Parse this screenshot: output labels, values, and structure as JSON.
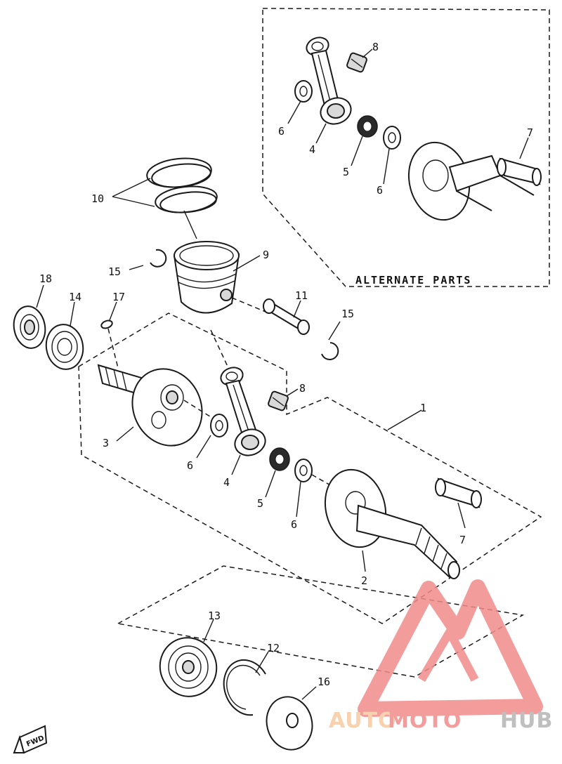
{
  "callouts": {
    "c1": "1",
    "c2": "2",
    "c3": "3",
    "c4": "4",
    "c4alt": "4",
    "c5": "5",
    "c5alt": "5",
    "c6a": "6",
    "c6b": "6",
    "c6alt_left": "6",
    "c6alt_right": "6",
    "c7": "7",
    "c7alt": "7",
    "c8": "8",
    "c8alt": "8",
    "c9": "9",
    "c10": "10",
    "c11": "11",
    "c12": "12",
    "c13": "13",
    "c14": "14",
    "c15a": "15",
    "c15b": "15",
    "c16": "16",
    "c17": "17",
    "c18": "18"
  },
  "alternate_parts_label": "ALTERNATE PARTS",
  "fwd_label": "FWD",
  "watermark": {
    "part1": "AUTO",
    "part2": "MOTO",
    "part3": "HUB",
    "color_light": "#f7c9a0",
    "color_red": "#f28b8b",
    "color_gray": "#b5b5b5"
  }
}
